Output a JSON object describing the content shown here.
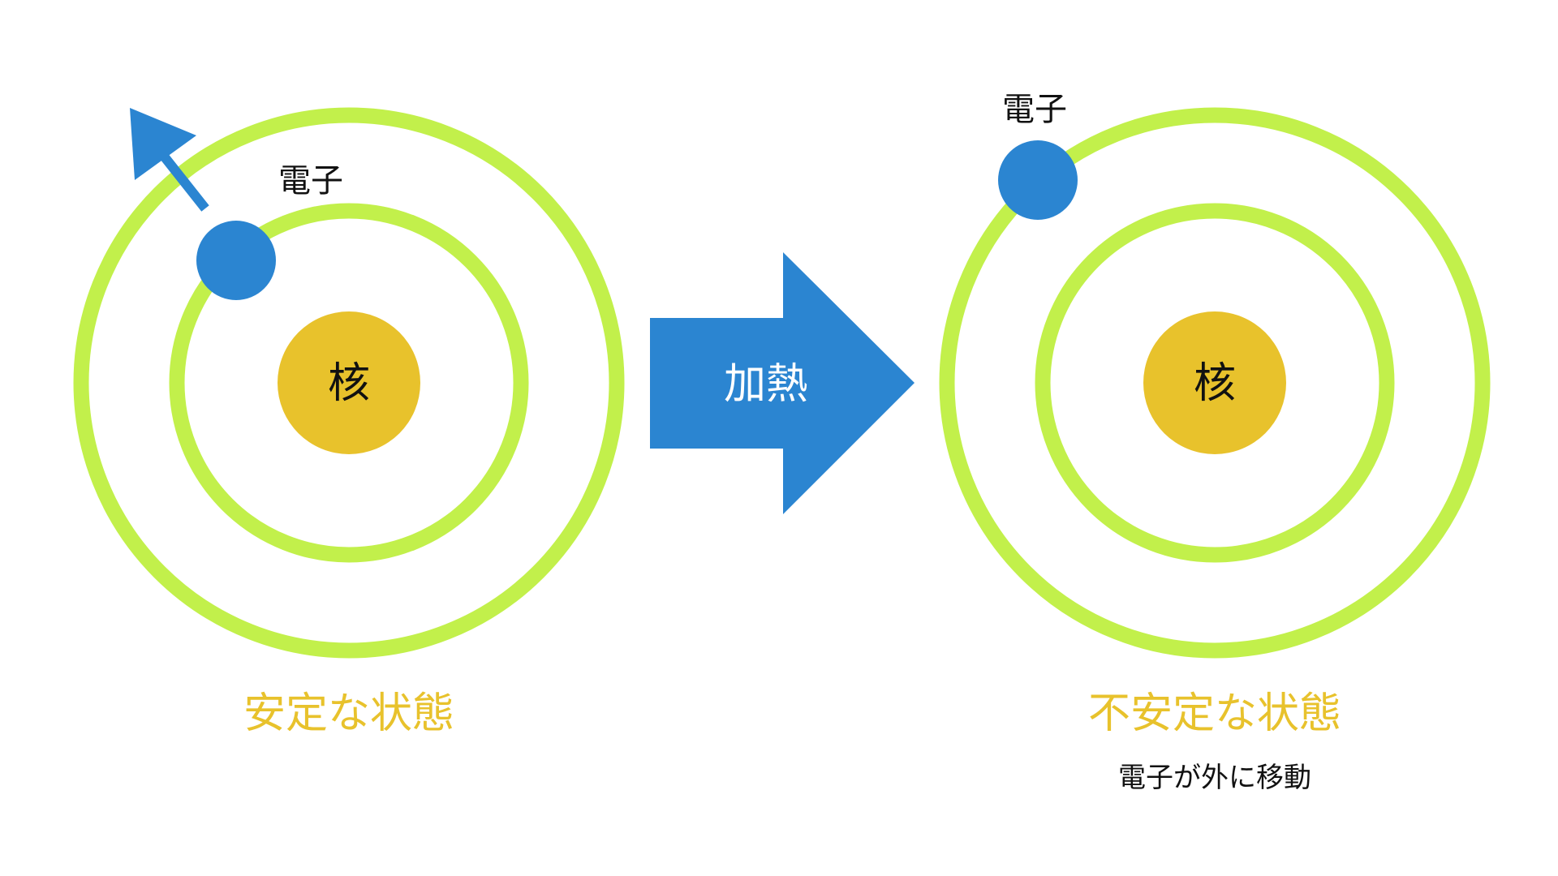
{
  "colors": {
    "orbit": "#C2F04B",
    "nucleus": "#E8C22C",
    "electron": "#2B85D1",
    "arrow": "#2B85D1",
    "label_text": "#111111",
    "state_text": "#E8C22C",
    "arrow_text": "#ffffff"
  },
  "left_atom": {
    "nucleus_label": "核",
    "electron_label": "電子",
    "state_label": "安定な状態"
  },
  "transition": {
    "label": "加熱"
  },
  "right_atom": {
    "nucleus_label": "核",
    "electron_label": "電子",
    "state_label": "不安定な状態",
    "note": "電子が外に移動"
  }
}
